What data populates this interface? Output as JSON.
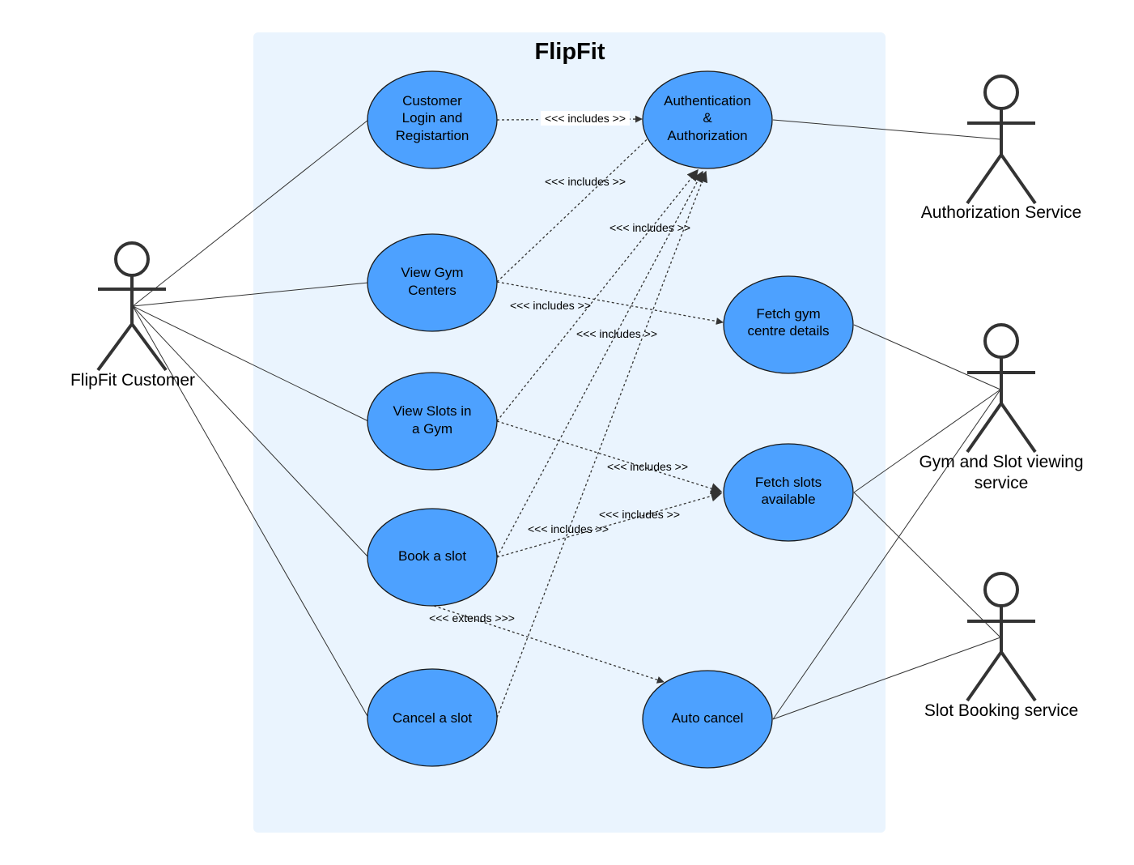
{
  "colors": {
    "system_bg": "#EAF4FE",
    "usecase_fill": "#4DA1FF",
    "usecase_stroke": "#1A1A1A",
    "actor_stroke": "#333333",
    "line": "#333333"
  },
  "system": {
    "title": "FlipFit"
  },
  "actors": {
    "customer": "FlipFit Customer",
    "auth_service": "Authorization Service",
    "gym_slot_service": [
      "Gym and Slot viewing",
      "service"
    ],
    "booking_service": "Slot Booking service"
  },
  "use_cases": {
    "login": [
      "Customer",
      "Login and",
      "Registartion"
    ],
    "auth": [
      "Authentication",
      "&",
      "Authorization"
    ],
    "view_gym": [
      "View Gym",
      "Centers"
    ],
    "fetch_gym": [
      "Fetch gym",
      "centre details"
    ],
    "view_slots": [
      "View Slots in",
      "a Gym"
    ],
    "fetch_slots": [
      "Fetch slots",
      "available"
    ],
    "book": [
      "Book a slot"
    ],
    "cancel": [
      "Cancel a slot"
    ],
    "auto_cancel": [
      "Auto cancel"
    ]
  },
  "relationships": {
    "includes": "<<< includes >>",
    "extends": "<<< extends >>>"
  },
  "label_texts": [
    "<<< includes >>",
    "<<< includes >>",
    "<<< includes >>",
    "<<< includes >>",
    "<<< includes >>",
    "<<< includes >>",
    "<<< includes >>",
    "<<< includes >>",
    "<<< extends >>>"
  ]
}
